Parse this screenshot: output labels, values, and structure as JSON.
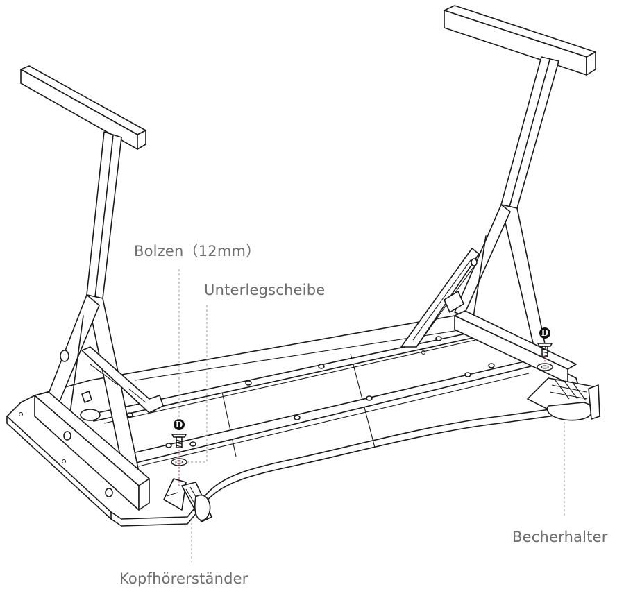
{
  "labels": {
    "bolt": "Bolzen（12mm）",
    "washer": "Unterlegscheibe",
    "cup_holder": "Becherhalter",
    "headphone_stand": "Kopfhörerständer"
  },
  "markers": {
    "part_letter": "D"
  },
  "colors": {
    "label_text": "#6d6d6d",
    "line_art": "#1a1a1a",
    "dash_guide": "#d13a5c"
  }
}
